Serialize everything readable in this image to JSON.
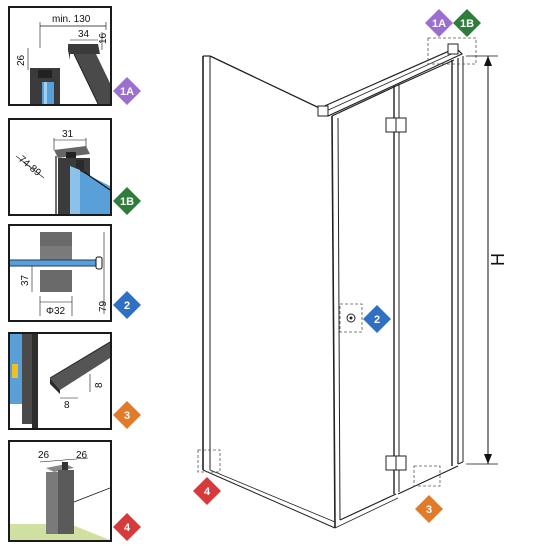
{
  "badges": {
    "1A": {
      "label": "1A",
      "color": "#9b6fcf"
    },
    "1B": {
      "label": "1B",
      "color": "#2e7d3a"
    },
    "2": {
      "label": "2",
      "color": "#2f6fc4"
    },
    "3": {
      "label": "3",
      "color": "#e07b2a"
    },
    "4": {
      "label": "4",
      "color": "#d63a3a"
    }
  },
  "panel1": {
    "dim_min": "min. 130",
    "dim_34": "34",
    "dim_16": "16",
    "dim_26": "26"
  },
  "panel2": {
    "dim_31": "31",
    "dim_range": "74-89"
  },
  "panel3": {
    "dim_37": "37",
    "dim_79": "79",
    "dim_diam": "Φ32"
  },
  "panel4": {
    "dim_8a": "8",
    "dim_8b": "8"
  },
  "panel5": {
    "dim_26a": "26",
    "dim_26b": "26"
  },
  "main": {
    "height_label": "H"
  },
  "colors": {
    "glass": "#5aa0d8",
    "frame": "#555555",
    "floor": "#cfe0a0"
  }
}
